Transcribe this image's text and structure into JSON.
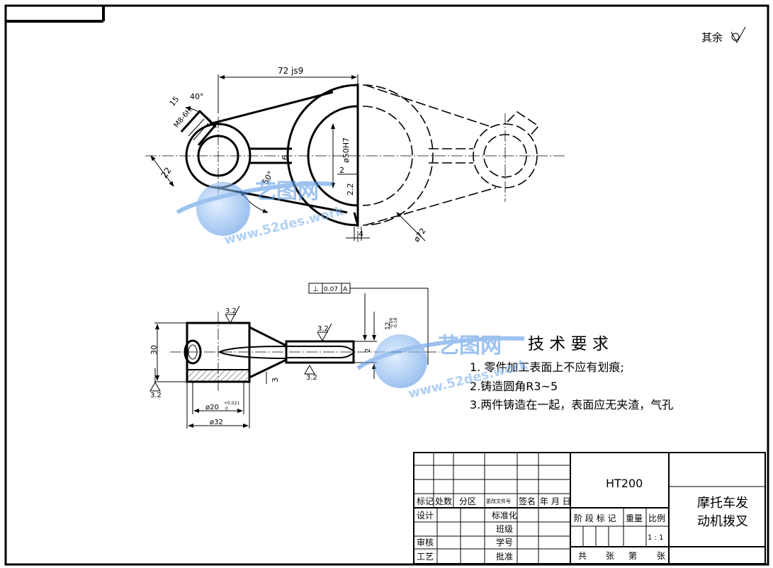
{
  "roughness_note": {
    "label": "其余",
    "symbol": "roughness-symbol"
  },
  "dimensions": {
    "d72": "72 js9",
    "d15": "15",
    "d40": "40°",
    "dM8": "M8-6H",
    "d22": "22",
    "d6": "6",
    "d50deg": "50°",
    "d50H7": "ø50H7",
    "d2": "2",
    "d22b": "2.2",
    "d4": "4",
    "d72dia": "ø72",
    "tol_frame_sym": "⊥",
    "tol_frame_val": "0.07",
    "tol_frame_ref": "A",
    "r32a": "3.2",
    "r32b": "3.2",
    "r32c": "3.2",
    "r32d": "3.2",
    "d30": "30",
    "d12": "12",
    "d12tol_up": "-0.06",
    "d12tol_lo": "-0.18",
    "d2b": "2",
    "d3": "3",
    "d20": "ø20",
    "d20tol_up": "+0.021",
    "d20tol_lo": "0",
    "d32": "ø32"
  },
  "tech_req": {
    "title": "技 术 要 求",
    "items": [
      "1. 零件加工表面上不应有划痕;",
      "2.铸造圆角R3~5",
      "3.两件铸造在一起，表面应无夹渣，气孔"
    ]
  },
  "watermark": {
    "text_cn": "艺图网",
    "text_en": "www.52des.work"
  },
  "title_block": {
    "material": "HT200",
    "part_name_1": "摩托车发",
    "part_name_2": "动机拨叉",
    "rev_headers": [
      "标记",
      "处数",
      "分区",
      "更改文件号",
      "签名",
      "年 月 日"
    ],
    "sign_rows": [
      {
        "left": "设计",
        "mid": "标准化"
      },
      {
        "left": "",
        "mid": "班级"
      },
      {
        "left": "审核",
        "mid": "学号"
      },
      {
        "left": "工艺",
        "mid": "批准"
      }
    ],
    "stage_label": "阶 段 标 记",
    "weight_label": "重量",
    "scale_label": "比例",
    "scale_value": "1 : 1",
    "sheet_total": "共",
    "sheet_unit1": "张",
    "sheet_no": "第",
    "sheet_unit2": "张"
  }
}
